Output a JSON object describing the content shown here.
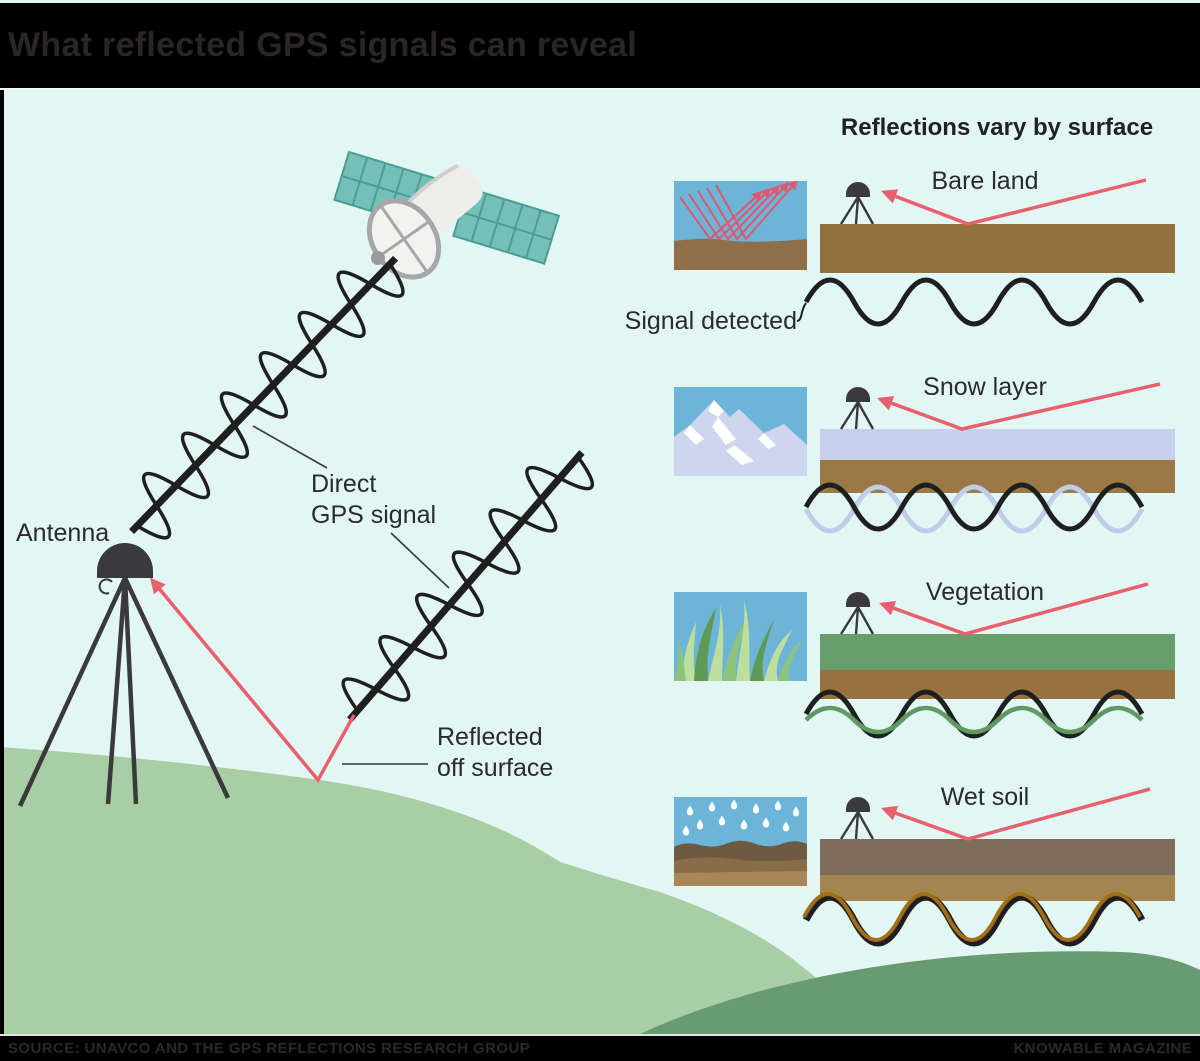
{
  "header": {
    "title": "What reflected GPS signals can reveal"
  },
  "footer": {
    "source": "SOURCE: UNAVCO AND THE GPS REFLECTIONS RESEARCH GROUP",
    "brand": "KNOWABLE MAGAZINE"
  },
  "left_scene": {
    "antenna_label": "Antenna",
    "direct_signal_label_line1": "Direct",
    "direct_signal_label_line2": "GPS signal",
    "reflected_label_line1": "Reflected",
    "reflected_label_line2": "off surface"
  },
  "right_panel": {
    "heading": "Reflections vary by surface",
    "signal_detected_label": "Signal detected",
    "rows": [
      {
        "label": "Bare land",
        "surface_layers": [
          "bare soil"
        ],
        "wave": "single black sine"
      },
      {
        "label": "Snow layer",
        "surface_layers": [
          "snow",
          "soil"
        ],
        "wave": "black sine + phase-shifted pale blue sine"
      },
      {
        "label": "Vegetation",
        "surface_layers": [
          "vegetation",
          "soil"
        ],
        "wave": "black sine + damped green sine"
      },
      {
        "label": "Wet soil",
        "surface_layers": [
          "wet soil",
          "dry soil"
        ],
        "wave": "black sine + overlapping brown sine"
      }
    ]
  },
  "colors": {
    "background": "#e2f6f3",
    "header_bar": "#000000",
    "title_text": "#2a2526",
    "accent_red": "#e85f6e",
    "soil_brown": "#92713f",
    "snow_layer": "#c6d0ea",
    "vegetation_green": "#689e6c",
    "wet_soil_top": "#7e6d58",
    "wet_soil_bottom": "#a5854f",
    "hill_light_green": "#a9cda5",
    "hill_dark_green": "#689b72",
    "sky_blue": "#6cb4d8",
    "wave_black": "#1f1f1f",
    "wave_snow": "#bfcde9",
    "wave_vegetation": "#5f9a63",
    "wave_wet_soil": "#a26d18",
    "satellite_panel_teal": "#76bfb9",
    "hardware_dark": "#3a3a3c"
  }
}
